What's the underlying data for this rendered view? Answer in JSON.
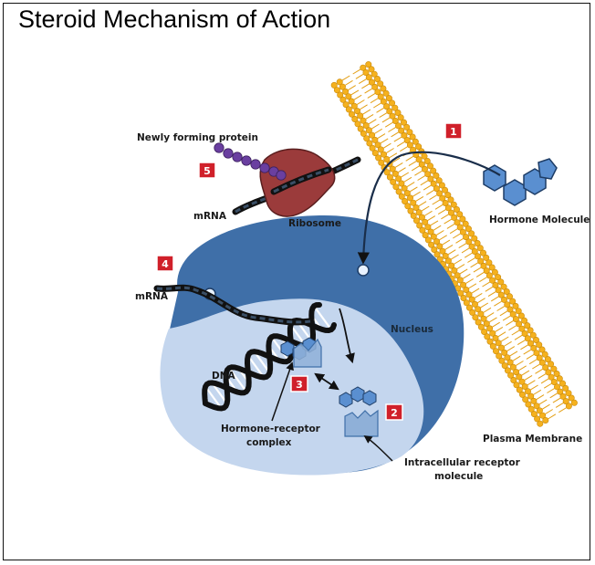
{
  "title": "Steroid Mechanism of Action",
  "labels": {
    "newly_forming_protein": "Newly forming protein",
    "mrna_top": "mRNA",
    "ribosome": "Ribosome",
    "hormone_molecule": "Hormone Molecule",
    "mrna_left": "mRNA",
    "nucleus": "Nucleus",
    "dna": "DNA",
    "hormone_receptor_line1": "Hormone-receptor",
    "hormone_receptor_line2": "complex",
    "intracellular_line1": "Intracellular receptor",
    "intracellular_line2": "molecule",
    "plasma_membrane": "Plasma Membrane"
  },
  "steps": [
    "1",
    "2",
    "3",
    "4",
    "5"
  ],
  "colors": {
    "membrane": "#f5b11e",
    "nucleus_dark": "#3f6fa8",
    "nucleus_light": "#c4d6ee",
    "hormone": "#5a8fd0",
    "ribosome": "#9b3b3b",
    "protein": "#6a3fa0",
    "badge": "#d0202a"
  }
}
